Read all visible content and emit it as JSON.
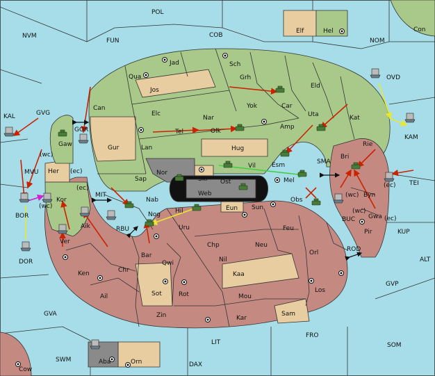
{
  "labels": {
    "POL": "POL",
    "FUN": "FUN",
    "COB": "COB",
    "NVM": "NVM",
    "NOM": "NOM",
    "Con": "Con",
    "Elf": "Elf",
    "Hel": "Hel",
    "Jad": "Jad",
    "Sch": "Sch",
    "Qua": "Qua",
    "Jos": "Jos",
    "Grh": "Grh",
    "Eld": "Eld",
    "Can": "Can",
    "Elc": "Elc",
    "Nar": "Nar",
    "Yok": "Yok",
    "Car": "Car",
    "OVD": "OVD",
    "KAL": "KAL",
    "GVG": "GVG",
    "GOR": "GOR",
    "Tel": "Tel",
    "Olk": "Olk",
    "Uta": "Uta",
    "Kat": "Kat",
    "Amp": "Amp",
    "Gaw": "Gaw",
    "Gur": "Gur",
    "Lan": "Lan",
    "Hug": "Hug",
    "KAM": "KAM",
    "Rie": "Rie",
    "Bri": "Bri",
    "Esm": "Esm",
    "SMA": "SMA",
    "wc1": "(wc)",
    "MVU": "MVU",
    "Her": "Her",
    "ec1": "(ec)",
    "Nor": "Nor",
    "Skr": "Skr",
    "Vil": "Vil",
    "Mel": "Mel",
    "TEI": "TEI",
    "ec2": "(ec)",
    "Sap": "Sap",
    "Ost": "Ost",
    "Web": "Web",
    "Byn": "Byn",
    "ec3": "(ec)",
    "Kor": "Kor",
    "MIT": "MIT",
    "BOR": "BOR",
    "wc2": "(wc)",
    "Nab": "Nab",
    "Obs": "Obs",
    "wc3": "(wc)",
    "Eun": "Eun",
    "Sun": "Sun",
    "BUC": "BUC",
    "Gwa": "Gwa",
    "ec4": "(ec)",
    "wc4": "(wc)",
    "Hil": "Hil",
    "Nog": "Nog",
    "Aik": "Aik",
    "RBU": "RBU",
    "Uru": "Uru",
    "Feu": "Feu",
    "Pir": "Pir",
    "KUP": "KUP",
    "Ver": "Ver",
    "Chp": "Chp",
    "Neu": "Neu",
    "DOR": "DOR",
    "Bar": "Bar",
    "Qwi": "Qwi",
    "Nil": "Nil",
    "Orl": "Orl",
    "ROD": "ROD",
    "ALT": "ALT",
    "Ken": "Ken",
    "Chr": "Chr",
    "Kaa": "Kaa",
    "GVP": "GVP",
    "Ail": "Ail",
    "Sot": "Sot",
    "Rot": "Rot",
    "Mou": "Mou",
    "Los": "Los",
    "GVA": "GVA",
    "Zin": "Zin",
    "Kar": "Kar",
    "Sam": "Sam",
    "FRO": "FRO",
    "LIT": "LIT",
    "SOM": "SOM",
    "SWM": "SWM",
    "Aba": "Aba",
    "Orn": "Orn",
    "DAX": "DAX",
    "Cow": "Cow"
  },
  "colors": {
    "sea": "#a6dde8",
    "green": "#a8c98a",
    "tan": "#e8cda0",
    "red": "#c48a82",
    "gray": "#8a8a8a",
    "order_red": "#cc2200",
    "order_yellow": "#e8e830",
    "order_green": "#3fd03f",
    "order_magenta": "#d020d0"
  },
  "icons": {
    "army": "tank-icon",
    "fleet": "ship-icon",
    "supply_center": "supply-center-icon",
    "convoy_arrow": "double-arrow-icon"
  }
}
